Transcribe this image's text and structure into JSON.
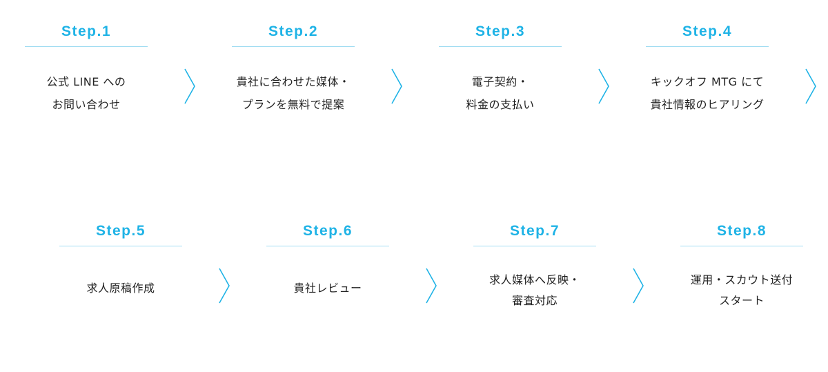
{
  "accent_color": "#1fb3e6",
  "rule_color": "#9fdcf2",
  "text_color": "#222222",
  "chevron_icon": "chevron-right-icon",
  "steps": [
    {
      "title": "Step.1",
      "lines": [
        "公式 LINE への",
        "お問い合わせ"
      ]
    },
    {
      "title": "Step.2",
      "lines": [
        "貴社に合わせた媒体・",
        "プランを無料で提案"
      ]
    },
    {
      "title": "Step.3",
      "lines": [
        "電子契約・",
        "料金の支払い"
      ]
    },
    {
      "title": "Step.4",
      "lines": [
        "キックオフ MTG にて",
        "貴社情報のヒアリング"
      ]
    },
    {
      "title": "Step.5",
      "lines": [
        "求人原稿作成"
      ]
    },
    {
      "title": "Step.6",
      "lines": [
        "貴社レビュー"
      ]
    },
    {
      "title": "Step.7",
      "lines": [
        "求人媒体へ反映・",
        "審査対応"
      ]
    },
    {
      "title": "Step.8",
      "lines": [
        "運用・スカウト送付",
        "スタート"
      ]
    }
  ]
}
